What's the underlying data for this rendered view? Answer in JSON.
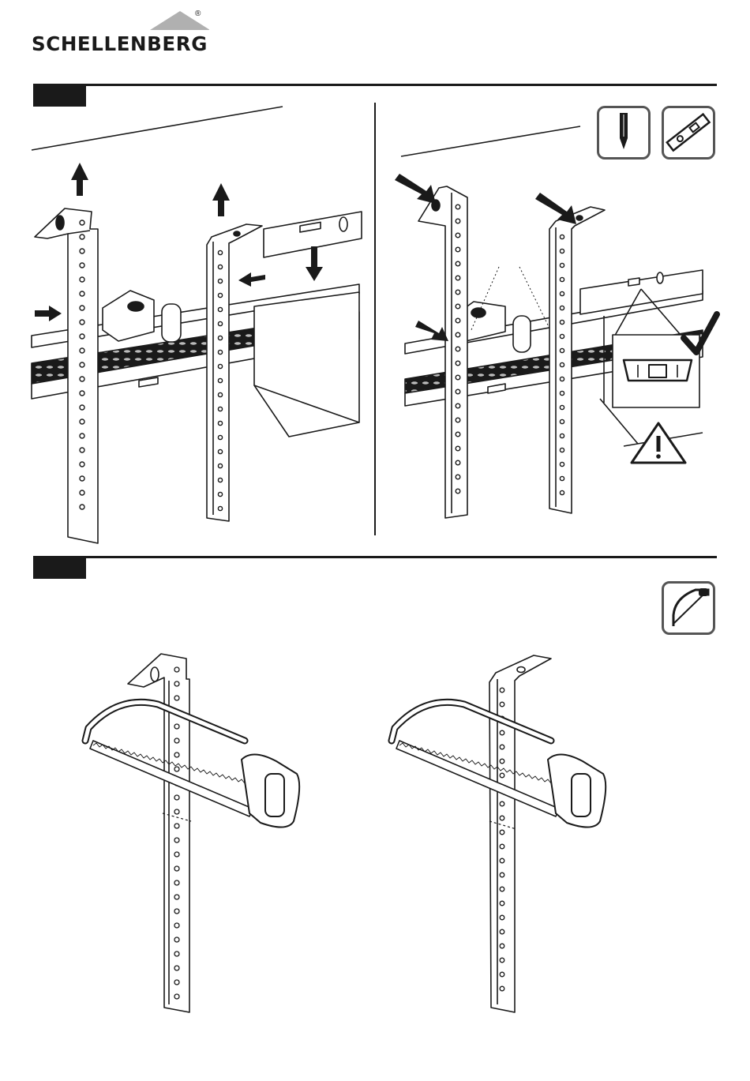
{
  "brand": {
    "name": "SCHELLENBERG",
    "registered_mark": "®"
  },
  "steps": [
    {
      "id": "step-a",
      "tools": [
        "pencil-icon",
        "spirit-level-icon"
      ]
    },
    {
      "id": "step-b",
      "tools": [
        "hacksaw-icon"
      ]
    }
  ],
  "colors": {
    "ink": "#1a1a1a",
    "badge_border": "#555555",
    "roof_grey": "#b0b0b0"
  }
}
